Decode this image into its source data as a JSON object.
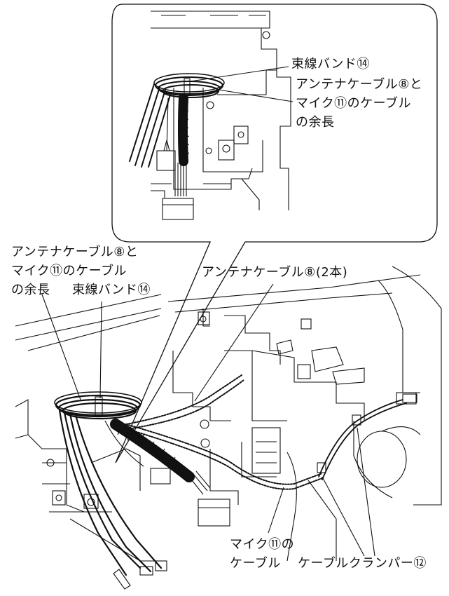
{
  "inset": {
    "label_band": "束線バンド⑭",
    "label_excess_lines": [
      "アンテナケーブル⑧と",
      "マイク⑪のケーブル",
      "の余長"
    ]
  },
  "main": {
    "label_excess_lines": [
      "アンテナケーブル⑧と",
      "マイク⑪のケーブル",
      "の余長"
    ],
    "label_band": "束線バンド⑭",
    "label_antenna": "アンテナケーブル⑧(2本)",
    "label_mic_lines": [
      "マイク⑪の",
      "ケーブル"
    ],
    "label_clamper": "ケーブルクランパー⑫"
  }
}
